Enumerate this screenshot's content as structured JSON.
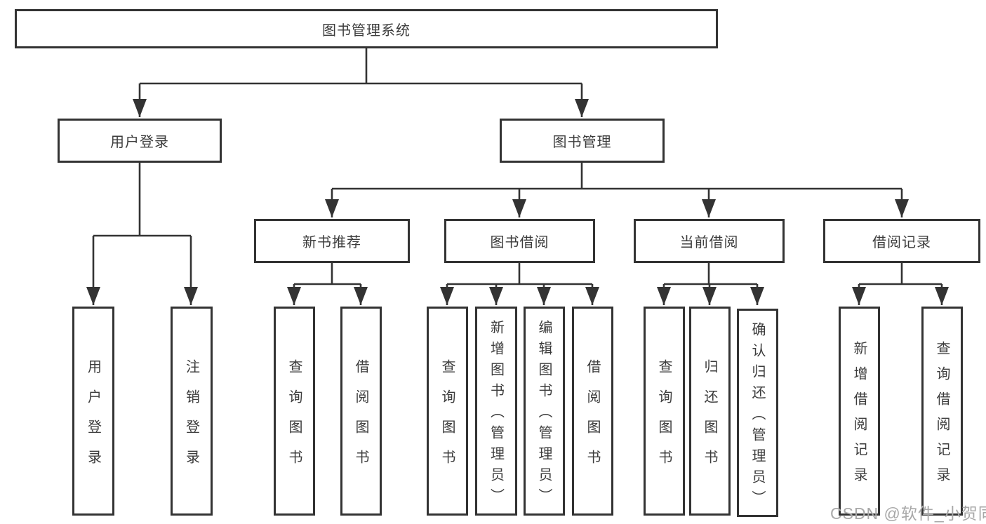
{
  "colors": {
    "line": "#333333",
    "box_border": "#333333",
    "text": "#3c3c3c",
    "background": "#ffffff",
    "watermark": "#a8a8a8"
  },
  "watermark": "CSDN @软件_小贺同学",
  "tree": {
    "label": "图书管理系统",
    "children": [
      {
        "label": "用户登录",
        "children": [
          {
            "label": "用户登录"
          },
          {
            "label": "注销登录"
          }
        ]
      },
      {
        "label": "图书管理",
        "children": [
          {
            "label": "新书推荐",
            "children": [
              {
                "label": "查询图书"
              },
              {
                "label": "借阅图书"
              }
            ]
          },
          {
            "label": "图书借阅",
            "children": [
              {
                "label": "查询图书"
              },
              {
                "label": "新增图书（管理员）"
              },
              {
                "label": "编辑图书（管理员）"
              },
              {
                "label": "借阅图书"
              }
            ]
          },
          {
            "label": "当前借阅",
            "children": [
              {
                "label": "查询图书"
              },
              {
                "label": "归还图书"
              },
              {
                "label": "确认归还（管理员）"
              }
            ]
          },
          {
            "label": "借阅记录",
            "children": [
              {
                "label": "新增借阅记录"
              },
              {
                "label": "查询借阅记录"
              }
            ]
          }
        ]
      }
    ]
  }
}
